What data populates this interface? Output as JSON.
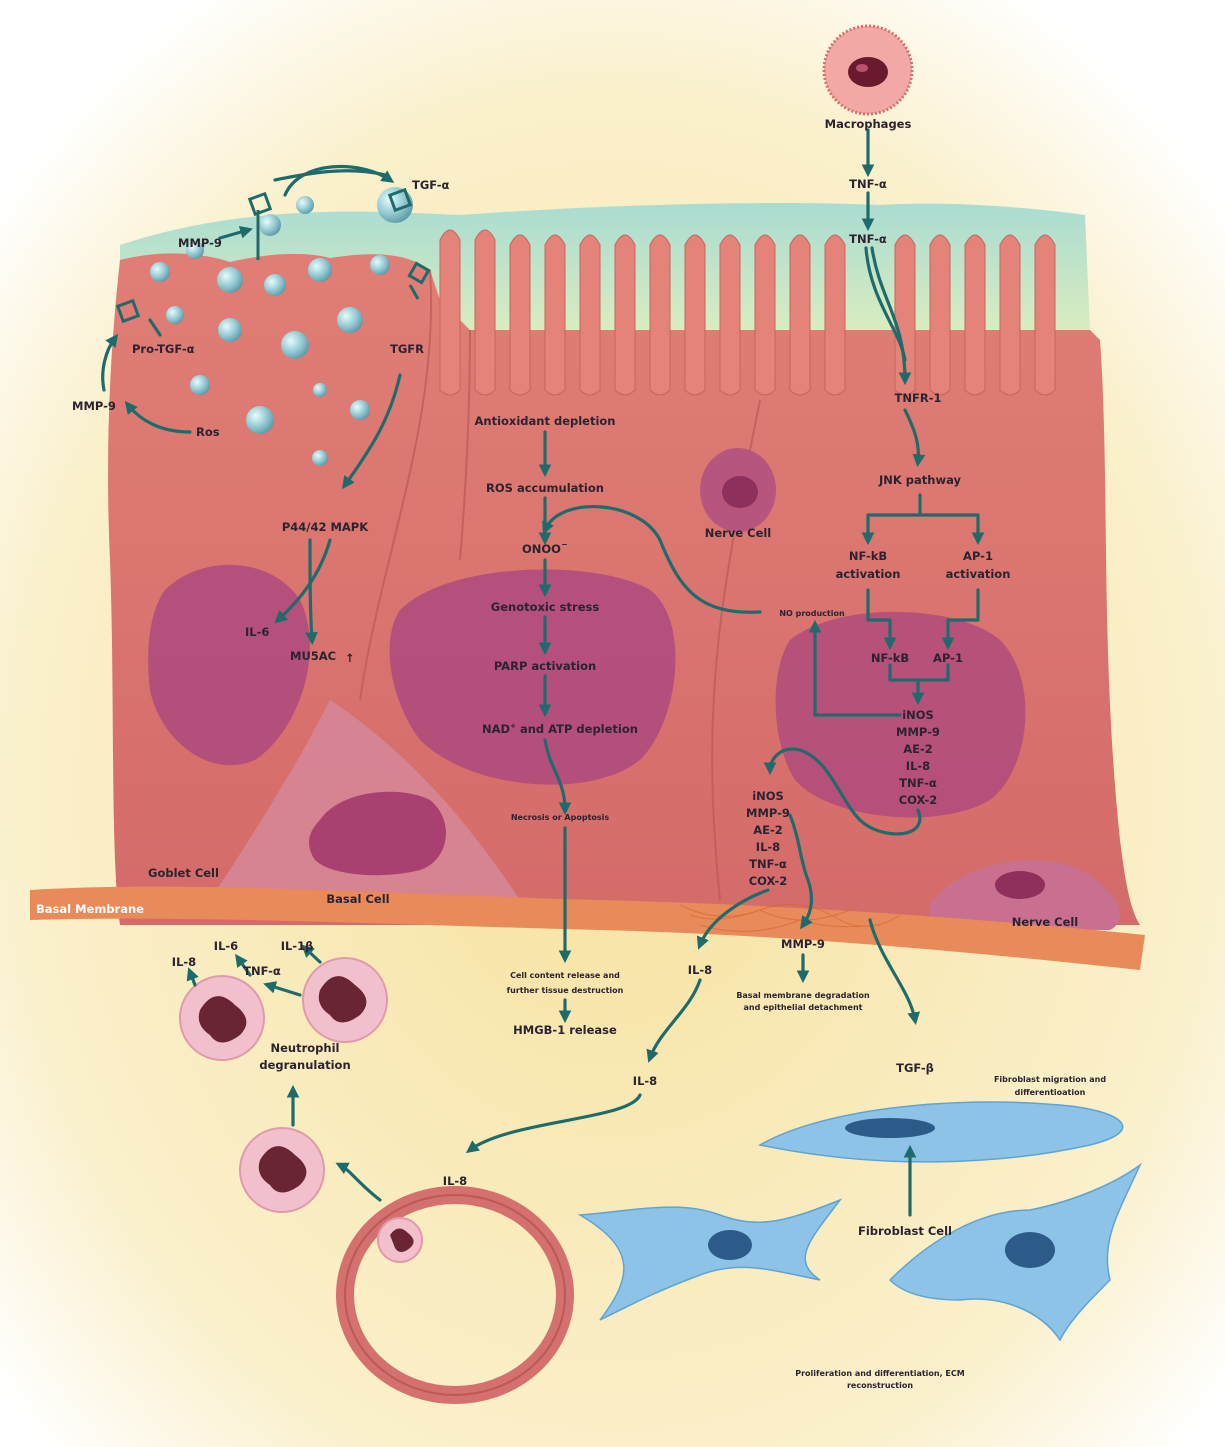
{
  "colors": {
    "arrow": "#1f6b6b",
    "epithelium": "#d8736e",
    "mucus": "#bfe3d4",
    "nucleus": "#b84e82",
    "stroma": "#f7e6a8",
    "membrane": "#e88a5a",
    "fibroblast": "#8ec3e8",
    "neutrophil": "#f2c0cc"
  },
  "labels": {
    "macrophages": "Macrophages",
    "tnf_a_1": "TNF-α",
    "tnf_a_2": "TNF-α",
    "tnfr1": "TNFR-1",
    "jnk": "JNK pathway",
    "nfkb_act_1": "NF-kB",
    "nfkb_act_2": "activation",
    "ap1_act_1": "AP-1",
    "ap1_act_2": "activation",
    "no_production": "NO production",
    "nfkb": "NF-kB",
    "ap1": "AP-1",
    "mediators_right": [
      "iNOS",
      "MMP-9",
      "AE-2",
      "IL-8",
      "TNF-α",
      "COX-2"
    ],
    "mediators_left": [
      "iNOS",
      "MMP-9",
      "AE-2",
      "IL-8",
      "TNF-α",
      "COX-2"
    ],
    "tgf_a": "TGF-α",
    "mmp9_top": "MMP-9",
    "pro_tgf_a": "Pro-TGF-α",
    "mmp9_left": "MMP-9",
    "ros_left": "Ros",
    "tgfr": "TGFR",
    "p4442": "P44/42 MAPK",
    "il6_center": "IL-6",
    "muc5ac": "MU5AC",
    "up_arrow": "↑",
    "antioxidant": "Antioxidant depletion",
    "ros_accum": "ROS accumulation",
    "onoo": "ONOO",
    "onoo_sup": "−",
    "genotoxic": "Genotoxic stress",
    "parp": "PARP activation",
    "nad_1": "NAD",
    "nad_sup": "+",
    "nad_2": " and ATP depletion",
    "necrosis": "Necrosis or Apoptosis",
    "nerve_cell_top": "Nerve Cell",
    "nerve_cell_bottom": "Nerve Cell",
    "goblet": "Goblet Cell",
    "basal_cell": "Basal Cell",
    "basal_membrane": "Basal Membrane",
    "cell_content_1": "Cell content release and",
    "cell_content_2": "further tissue destruction",
    "hmgb1": "HMGB-1 release",
    "il8_a": "IL-8",
    "il8_b": "IL-8",
    "il8_c": "IL-8",
    "mmp9_low": "MMP-9",
    "basal_deg_1": "Basal membrane degradation",
    "basal_deg_2": "and epithelial detachment",
    "tgf_b": "TGF-β",
    "fibro_mig_1": "Fibroblast migration and",
    "fibro_mig_2": "differentioation",
    "fibroblast_cell": "Fibroblast Cell",
    "prolif_1": "Proliferation and differentiation, ECM",
    "prolif_2": "reconstruction",
    "il8_neu": "IL-8",
    "il6_neu": "IL-6",
    "il1b_neu": "IL-1β",
    "tnfa_neu": "TNF-α",
    "neutro_1": "Neutrophil",
    "neutro_2": "degranulation"
  }
}
